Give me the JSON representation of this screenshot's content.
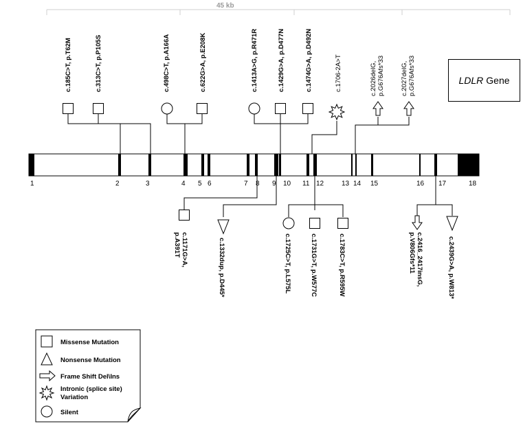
{
  "ruler_label": "45 kb",
  "gene_label": {
    "gene": "LDLR",
    "suffix": "Gene"
  },
  "exons": [
    {
      "label": "1"
    },
    {
      "label": "2"
    },
    {
      "label": "3"
    },
    {
      "label": "4"
    },
    {
      "label": "5"
    },
    {
      "label": "6"
    },
    {
      "label": "7"
    },
    {
      "label": "8"
    },
    {
      "label": "9"
    },
    {
      "label": "10"
    },
    {
      "label": "11"
    },
    {
      "label": "12"
    },
    {
      "label": "13"
    },
    {
      "label": "14"
    },
    {
      "label": "15"
    },
    {
      "label": "16"
    },
    {
      "label": "17"
    },
    {
      "label": "18"
    }
  ],
  "variants_top": [
    {
      "label": "c.185C>T, p.T62M",
      "type": "missense"
    },
    {
      "label": "c.313C>T, p.P105S",
      "type": "missense"
    },
    {
      "label": "c.498C>T, p.A166A",
      "type": "silent"
    },
    {
      "label": "c.622G>A, p.E208K",
      "type": "missense"
    },
    {
      "label": "c.1413A>G, p.R471R",
      "type": "silent"
    },
    {
      "label": "c.1429G>A, p.D477N",
      "type": "missense"
    },
    {
      "label": "c.1474G>A, p.D492N",
      "type": "missense"
    },
    {
      "label": "c.1706-2A>T",
      "type": "intronic"
    },
    {
      "label": "c.2026delG, p.G676Afs*33",
      "type": "frameshift"
    },
    {
      "label": "c.2027delG, p.G676Afs*33",
      "type": "frameshift"
    }
  ],
  "variants_bottom": [
    {
      "label": "c.1171G>A, p.A391T",
      "type": "missense"
    },
    {
      "label": "c.1332dup, p.D445*",
      "type": "nonsense"
    },
    {
      "label": "c.1725C>T, p.L575L",
      "type": "silent"
    },
    {
      "label": "c.1731G>T, p.W577C",
      "type": "missense"
    },
    {
      "label": "c.1783C>T, p.R595W",
      "type": "missense"
    },
    {
      "label": "c.2416_2417insG, p.V806Gfs*11",
      "type": "frameshift"
    },
    {
      "label": "c.2439G>A, p.W813*",
      "type": "nonsense"
    }
  ],
  "legend": [
    {
      "label": "Missense Mutation",
      "icon": "square-icon"
    },
    {
      "label": "Nonsense Mutation",
      "icon": "triangle-icon"
    },
    {
      "label": "Frame Shift Del\\Ins",
      "icon": "arrow-icon"
    },
    {
      "label": "Intronic (splice site) Variation",
      "icon": "star-icon"
    },
    {
      "label": "Silent",
      "icon": "circle-icon"
    }
  ]
}
